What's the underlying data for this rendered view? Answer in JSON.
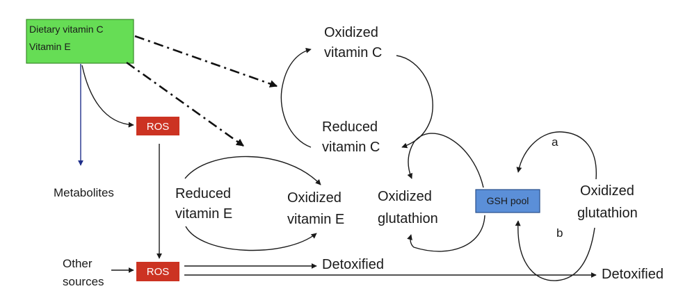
{
  "colors": {
    "diet_box_fill": "#66dd55",
    "diet_box_stroke": "#3a8a2a",
    "ros_box_fill": "#cc3322",
    "gsh_box_fill": "#5b8fd8",
    "gsh_box_stroke": "#2a4f8a",
    "line": "#1a1a1a",
    "metabolite_arrow": "#1f2f8a"
  },
  "nodes": {
    "dietary": {
      "line1": "Dietary vitamin C",
      "line2": "Vitamin E"
    },
    "ros_top": "ROS",
    "ros_bottom": "ROS",
    "metabolites": "Metabolites",
    "other_sources": {
      "line1": "Other",
      "line2": "sources"
    },
    "oxidized_vitc": {
      "line1": "Oxidized",
      "line2": "vitamin C"
    },
    "reduced_vitc": {
      "line1": "Reduced",
      "line2": "vitamin C"
    },
    "reduced_vite": {
      "line1": "Reduced",
      "line2": "vitamin E"
    },
    "oxidized_vite": {
      "line1": "Oxidized",
      "line2": "vitamin E"
    },
    "oxidized_glut_left": {
      "line1": "Oxidized",
      "line2": "glutathion"
    },
    "oxidized_glut_right": {
      "line1": "Oxidized",
      "line2": "glutathion"
    },
    "gsh_pool": "GSH pool",
    "detoxified_1": "Detoxified",
    "detoxified_2": "Detoxified",
    "label_a": "a",
    "label_b": "b"
  }
}
